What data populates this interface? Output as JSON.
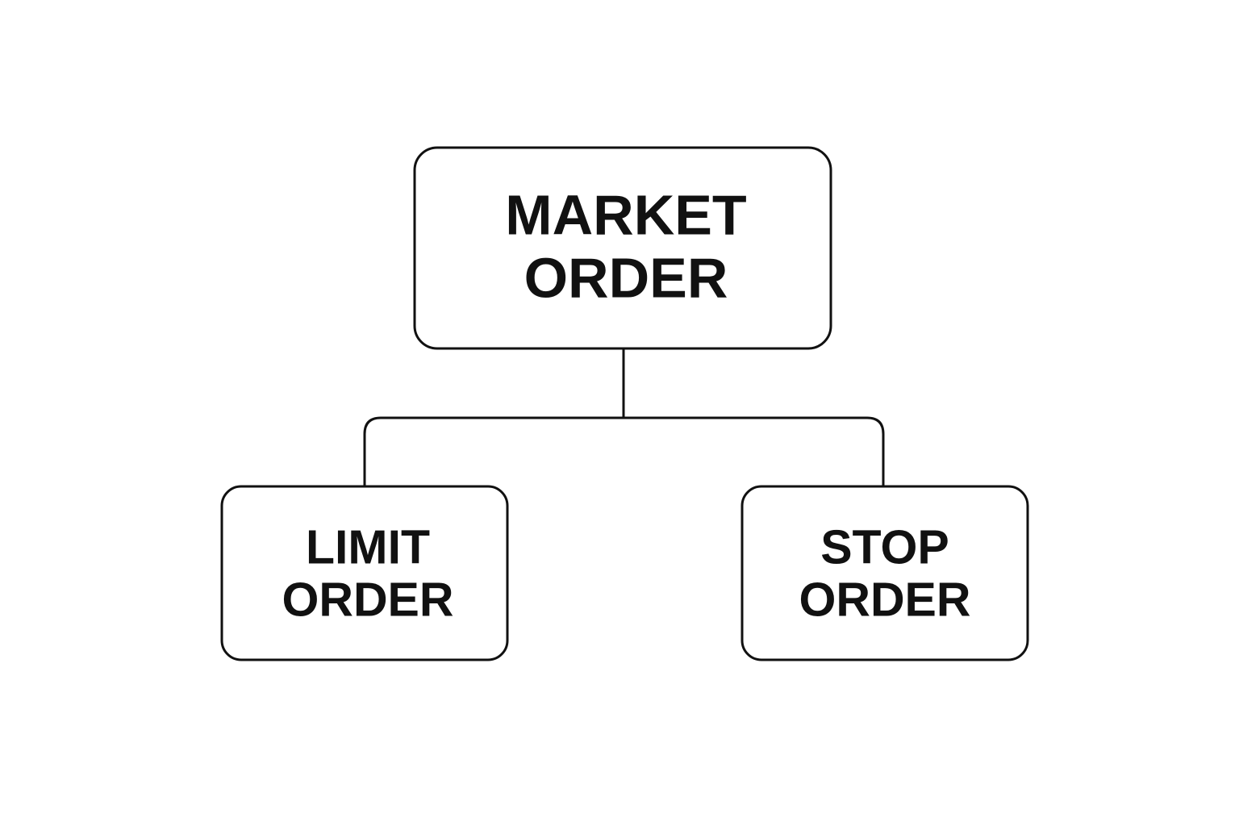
{
  "diagram": {
    "root": {
      "lines": [
        "MARKET",
        "ORDER"
      ]
    },
    "children": [
      {
        "lines": [
          "LIMIT",
          "ORDER"
        ]
      },
      {
        "lines": [
          "STOP",
          "ORDER"
        ]
      }
    ],
    "colors": {
      "stroke": "#111111",
      "text": "#111111",
      "background": "#ffffff"
    }
  }
}
